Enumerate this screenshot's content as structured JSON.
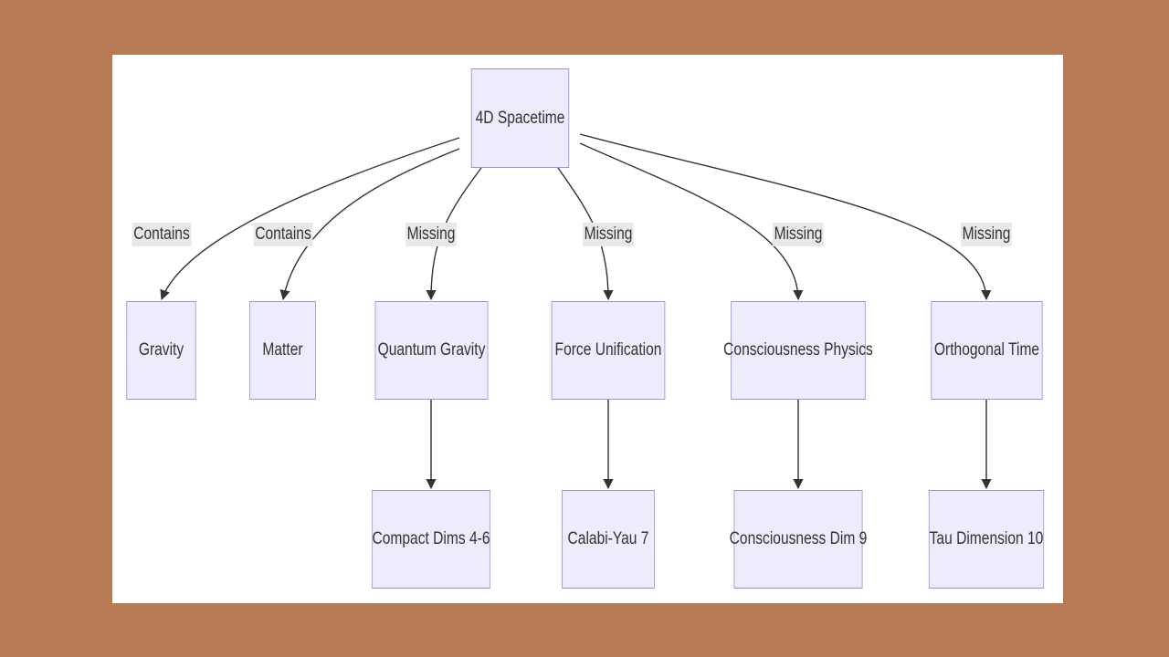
{
  "nodes": {
    "spacetime": "4D Spacetime",
    "gravity": "Gravity",
    "matter": "Matter",
    "quantum_gravity": "Quantum Gravity",
    "force_unification": "Force Unification",
    "consciousness_physics": "Consciousness Physics",
    "orthogonal_time": "Orthogonal Time",
    "compact_dims": "Compact Dims 4-6",
    "calabi_yau": "Calabi-Yau 7",
    "consciousness_dim": "Consciousness Dim 9",
    "tau_dimension": "Tau Dimension 10"
  },
  "edges": [
    {
      "from": "spacetime",
      "to": "gravity",
      "label": "Contains"
    },
    {
      "from": "spacetime",
      "to": "matter",
      "label": "Contains"
    },
    {
      "from": "spacetime",
      "to": "quantum_gravity",
      "label": "Missing"
    },
    {
      "from": "spacetime",
      "to": "force_unification",
      "label": "Missing"
    },
    {
      "from": "spacetime",
      "to": "consciousness_physics",
      "label": "Missing"
    },
    {
      "from": "spacetime",
      "to": "orthogonal_time",
      "label": "Missing"
    },
    {
      "from": "quantum_gravity",
      "to": "compact_dims",
      "label": ""
    },
    {
      "from": "force_unification",
      "to": "calabi_yau",
      "label": ""
    },
    {
      "from": "consciousness_physics",
      "to": "consciousness_dim",
      "label": ""
    },
    {
      "from": "orthogonal_time",
      "to": "tau_dimension",
      "label": ""
    }
  ],
  "colors": {
    "frame": "#b87a55",
    "node_fill": "#ececfc",
    "node_border": "#9a94d6",
    "edge": "#333333",
    "edge_label_bg": "#e8e8e8"
  }
}
